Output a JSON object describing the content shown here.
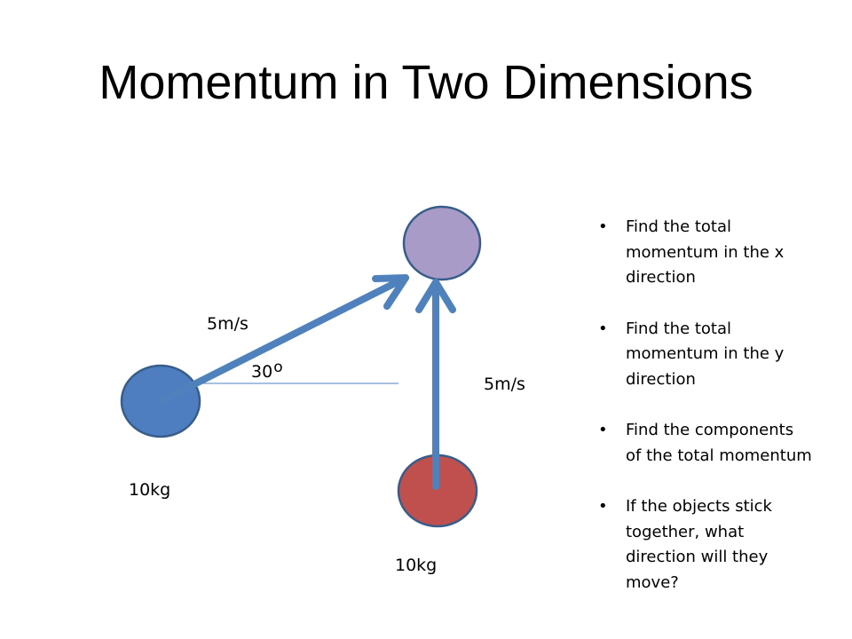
{
  "slide": {
    "title": "Momentum in Two Dimensions"
  },
  "diagram": {
    "object_left": {
      "mass_label": "10kg",
      "color": "#4f7ec0",
      "stroke": "#385d8a"
    },
    "object_bottom": {
      "mass_label": "10kg",
      "color": "#c0504d",
      "stroke": "#385d8a"
    },
    "object_target": {
      "color": "#a99bc7",
      "stroke": "#385d8a"
    },
    "arrow_color": "#4f81bd",
    "velocity_left_label": "5m/s",
    "velocity_bottom_label": "5m/s",
    "angle_label": "30",
    "angle_unit_label": "o"
  },
  "bullets": {
    "bullet_glyph": "•",
    "items": [
      {
        "lines": [
          "Find the total",
          "momentum in the x",
          "direction"
        ]
      },
      {
        "lines": [
          "Find the total",
          "momentum in the y",
          "direction"
        ]
      },
      {
        "lines": [
          "Find the components",
          "of the total momentum"
        ]
      },
      {
        "lines": [
          "If the objects stick",
          "together, what",
          "direction will they",
          "move?"
        ]
      }
    ]
  }
}
